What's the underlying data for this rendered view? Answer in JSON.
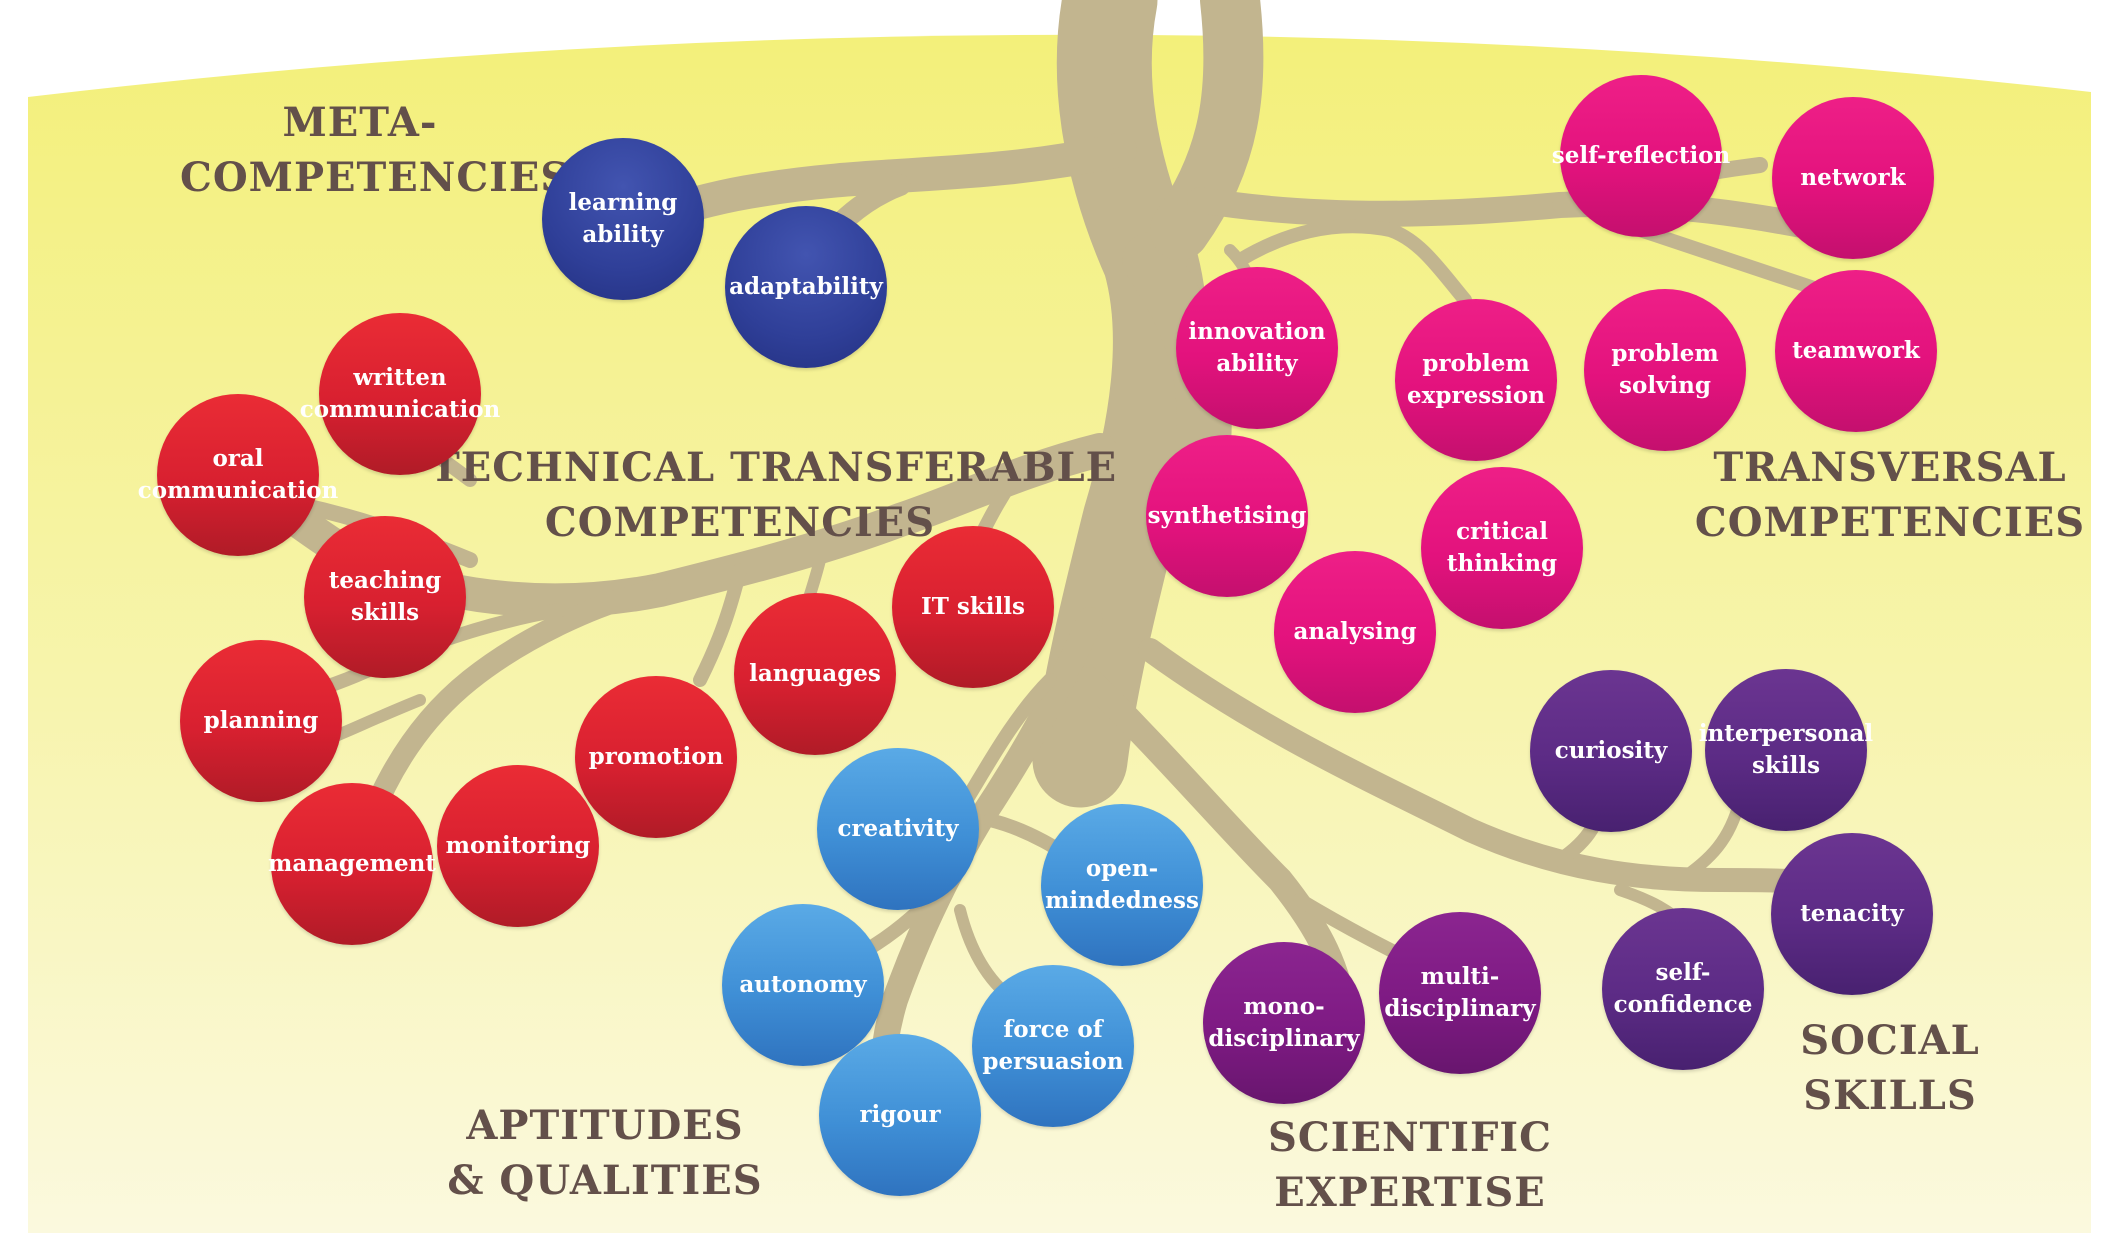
{
  "colors": {
    "background_top": "#f3f07a",
    "background_bottom": "#fbf9de",
    "trunk": "#c2b58f",
    "category_text": "#63504a",
    "meta": "#2f3f98",
    "technical": "#d82030",
    "transversal": "#e3127d",
    "aptitudes": "#3f8fd6",
    "scientific": "#7e1a83",
    "social": "#5c2b85"
  },
  "categories": {
    "meta": [
      "META-",
      "COMPETENCIES"
    ],
    "technical": [
      "TECHNICAL TRANSFERABLE",
      "COMPETENCIES"
    ],
    "transversal": [
      "TRANSVERSAL",
      "COMPETENCIES"
    ],
    "aptitudes": [
      "APTITUDES",
      "& QUALITIES"
    ],
    "scientific": [
      "SCIENTIFIC",
      "EXPERTISE"
    ],
    "social": [
      "SOCIAL",
      "SKILLS"
    ]
  },
  "nodes": {
    "learning_ability": [
      "learning",
      "ability"
    ],
    "adaptability": [
      "adaptability"
    ],
    "written_communication": [
      "written",
      "communication"
    ],
    "oral_communication": [
      "oral",
      "communication"
    ],
    "teaching_skills": [
      "teaching",
      "skills"
    ],
    "planning": [
      "planning"
    ],
    "management": [
      "management"
    ],
    "monitoring": [
      "monitoring"
    ],
    "promotion": [
      "promotion"
    ],
    "languages": [
      "languages"
    ],
    "it_skills": [
      "IT skills"
    ],
    "innovation_ability": [
      "innovation",
      "ability"
    ],
    "problem_expression": [
      "problem",
      "expression"
    ],
    "synthetising": [
      "synthetising"
    ],
    "critical_thinking": [
      "critical",
      "thinking"
    ],
    "analysing": [
      "analysing"
    ],
    "self_reflection": [
      "self-reflection"
    ],
    "network": [
      "network"
    ],
    "problem_solving": [
      "problem",
      "solving"
    ],
    "teamwork": [
      "teamwork"
    ],
    "creativity": [
      "creativity"
    ],
    "open_mindedness": [
      "open-",
      "mindedness"
    ],
    "autonomy": [
      "autonomy"
    ],
    "force_of_persuasion": [
      "force of",
      "persuasion"
    ],
    "rigour": [
      "rigour"
    ],
    "mono_disciplinary": [
      "mono-",
      "disciplinary"
    ],
    "multi_disciplinary": [
      "multi-",
      "disciplinary"
    ],
    "curiosity": [
      "curiosity"
    ],
    "interpersonal_skills": [
      "interpersonal",
      "skills"
    ],
    "tenacity": [
      "tenacity"
    ],
    "self_confidence": [
      "self-",
      "confidence"
    ]
  }
}
